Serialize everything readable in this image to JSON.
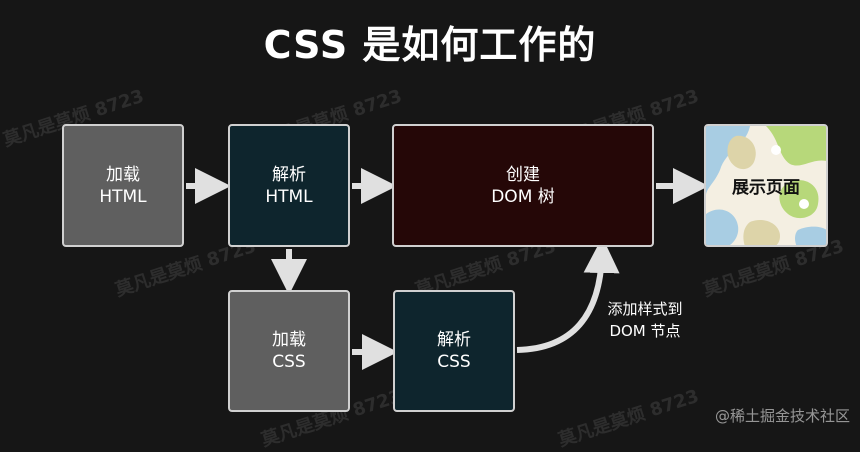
{
  "title": "CSS 是如何工作的",
  "nodes": {
    "load_html": {
      "line1": "加载",
      "line2": "HTML"
    },
    "parse_html": {
      "line1": "解析",
      "line2": "HTML"
    },
    "create_dom": {
      "line1": "创建",
      "line2": "DOM 树"
    },
    "show_page": {
      "label": "展示页面"
    },
    "load_css": {
      "line1": "加载",
      "line2": "CSS"
    },
    "parse_css": {
      "line1": "解析",
      "line2": "CSS"
    }
  },
  "edge_label": {
    "line1": "添加样式到",
    "line2": "DOM 节点"
  },
  "watermark": "莫凡是莫烦 8723",
  "site_credit": "@稀土掘金技术社区",
  "colors": {
    "background": "#161616",
    "gray_box": "#5f5f5f",
    "teal_box": "#0e252d",
    "dark_red_box": "#250707",
    "arrow": "#e0e0e0"
  }
}
